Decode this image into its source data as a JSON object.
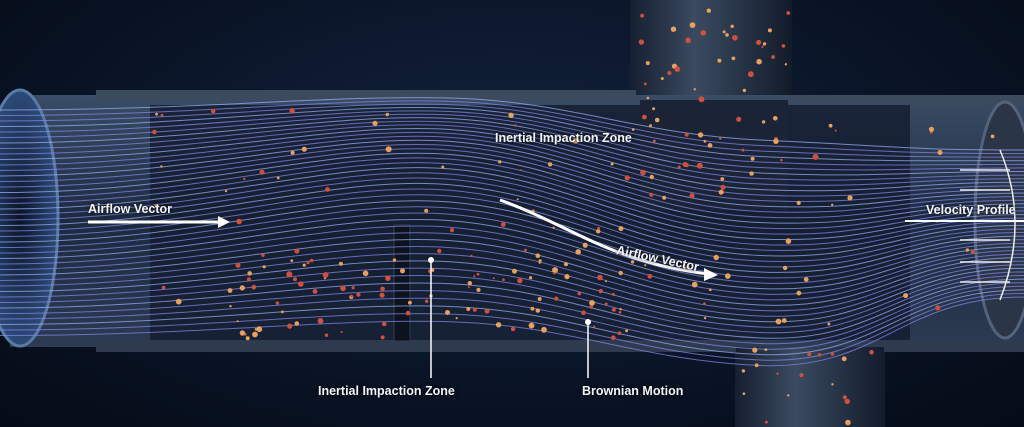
{
  "labels": {
    "airflow_left": "Airflow Vector",
    "impaction_top": "Inertial Impaction Zone",
    "airflow_center": "Airflow Vector",
    "velocity_profile": "Velocity Profile",
    "impaction_bottom": "Inertial Impaction Zone",
    "brownian": "Brownian Motion"
  },
  "colors": {
    "background": "#0a1528",
    "pipe": "#2b3a50",
    "streamline": "#8a8cf0",
    "particle": "#e8a060",
    "label": "#f2f4f8"
  }
}
